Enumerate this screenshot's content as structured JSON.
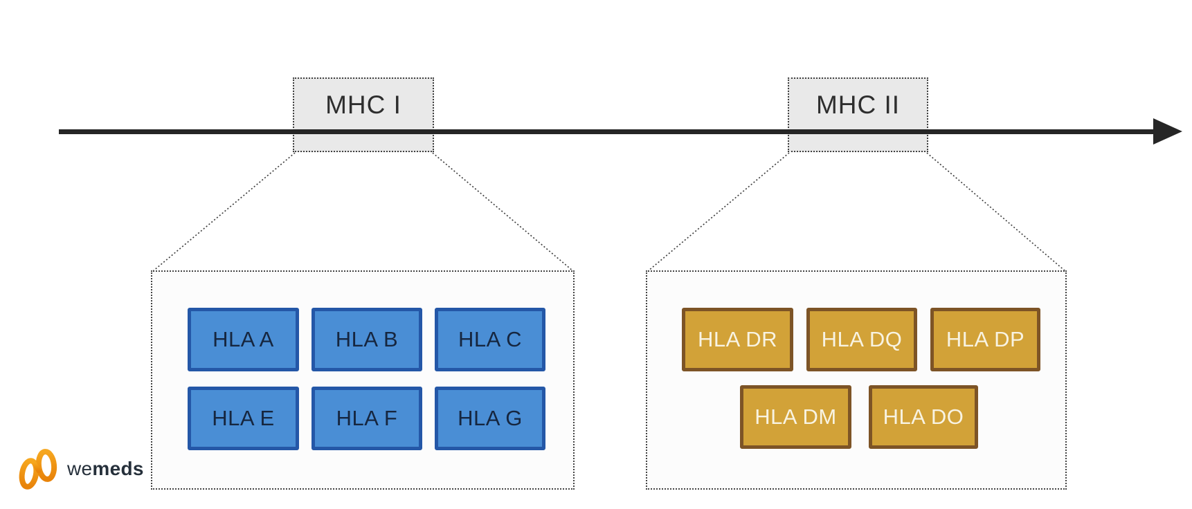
{
  "diagram": {
    "type": "gene-map",
    "description": "MHC gene regions expanded into HLA gene boxes",
    "mhc1": {
      "label": "MHC I",
      "genes": {
        "row1": [
          "HLA A",
          "HLA B",
          "HLA C"
        ],
        "row2": [
          "HLA E",
          "HLA F",
          "HLA G"
        ]
      }
    },
    "mhc2": {
      "label": "MHC II",
      "genes": {
        "row1": [
          "HLA DR",
          "HLA DQ",
          "HLA DP"
        ],
        "row2": [
          "HLA DM",
          "HLA DO"
        ]
      }
    }
  },
  "logo": {
    "prefix": "we",
    "suffix": "meds"
  },
  "colors": {
    "line_color": "#262626",
    "locus_fill": "#e9e9e9",
    "region_fill": "#fcfcfc",
    "mhc1_fill": "#4a8ed5",
    "mhc1_border": "#2457a7",
    "mhc1_text": "#16263f",
    "mhc2_fill": "#d2a238",
    "mhc2_border": "#7d5426",
    "mhc2_text": "#f8f3e2",
    "logo_orange": "#f0941c",
    "logo_text": "#26303b"
  }
}
